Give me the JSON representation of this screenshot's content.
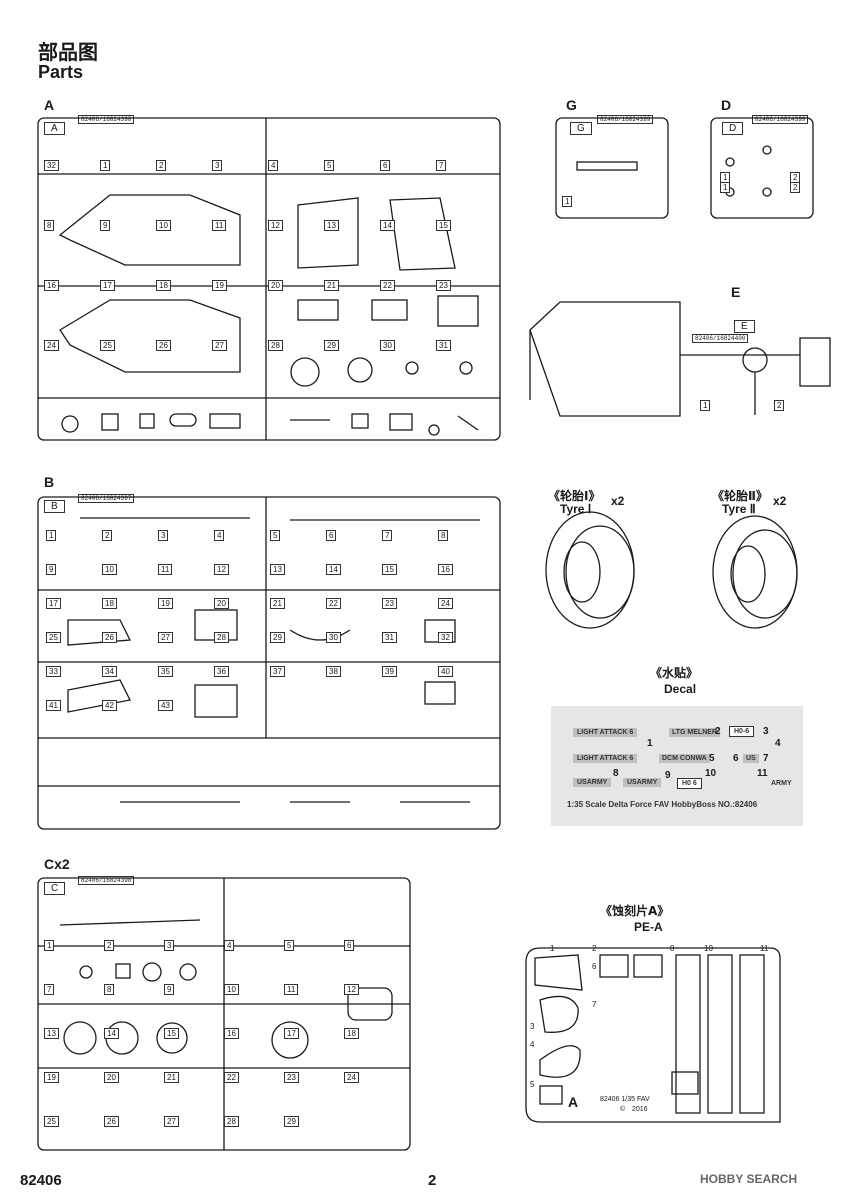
{
  "header": {
    "title_cn": "部品图",
    "title_en": "Parts"
  },
  "sprues": {
    "A": {
      "label": "A",
      "frame_label": "A",
      "code": "82406/16824398",
      "parts": [
        "32",
        "1",
        "2",
        "3",
        "4",
        "5",
        "6",
        "7",
        "8",
        "9",
        "10",
        "11",
        "12",
        "13",
        "14",
        "15",
        "16",
        "17",
        "18",
        "19",
        "20",
        "21",
        "22",
        "23",
        "24",
        "25",
        "26",
        "27",
        "28",
        "29",
        "30",
        "31"
      ]
    },
    "B": {
      "label": "B",
      "frame_label": "B",
      "code": "82406/16824397",
      "parts": [
        "1",
        "2",
        "3",
        "4",
        "5",
        "6",
        "7",
        "8",
        "9",
        "10",
        "11",
        "12",
        "13",
        "14",
        "15",
        "16",
        "17",
        "18",
        "19",
        "20",
        "21",
        "22",
        "23",
        "24",
        "25",
        "26",
        "27",
        "28",
        "29",
        "30",
        "31",
        "32",
        "33",
        "34",
        "35",
        "36",
        "37",
        "38",
        "39",
        "40",
        "41",
        "42",
        "43"
      ]
    },
    "C": {
      "label": "Cx2",
      "frame_label": "C",
      "code": "82406/16824398",
      "parts": [
        "1",
        "2",
        "3",
        "4",
        "5",
        "6",
        "7",
        "8",
        "9",
        "10",
        "11",
        "12",
        "13",
        "14",
        "15",
        "16",
        "17",
        "18",
        "19",
        "20",
        "21",
        "22",
        "23",
        "24",
        "25",
        "26",
        "27",
        "28",
        "29"
      ]
    },
    "G": {
      "label": "G",
      "frame_label": "G",
      "code": "82406/16824399",
      "parts": [
        "1"
      ]
    },
    "D": {
      "label": "D",
      "frame_label": "D",
      "code": "82406/16824399",
      "parts": [
        "1",
        "2",
        "1",
        "2"
      ]
    },
    "E": {
      "label": "E",
      "frame_label": "E",
      "code": "82406/16824400",
      "parts": [
        "1",
        "2"
      ]
    }
  },
  "tyres": [
    {
      "cn": "《轮胎Ⅰ》",
      "en": "Tyre Ⅰ",
      "qty": "x2"
    },
    {
      "cn": "《轮胎Ⅱ》",
      "en": "Tyre Ⅱ",
      "qty": "x2"
    }
  ],
  "decal": {
    "cn": "《水贴》",
    "en": "Decal",
    "items": {
      "light_attack_1": "LIGHT ATTACK 6",
      "light_attack_2": "LIGHT ATTACK 6",
      "ltg": "LTG MELNER",
      "dcm": "DCM CONWA",
      "ho_1": "H0-6",
      "ho_2": "H0 6",
      "usarmy_1": "USARMY",
      "usarmy_2": "USARMY",
      "us": "US",
      "army": "ARMY",
      "n1": "1",
      "n2": "2",
      "n3": "3",
      "n4": "4",
      "n5": "5",
      "n6": "6",
      "n7": "7",
      "n8": "8",
      "n9": "9",
      "n10": "10",
      "n11": "11"
    },
    "footer_text": "1:35  Scale  Delta Force FAV  HobbyBoss  NO.:82406"
  },
  "pe": {
    "cn": "《蚀刻片A》",
    "en": "PE-A",
    "parts": [
      "1",
      "2",
      "3",
      "4",
      "5",
      "6",
      "7",
      "8",
      "10",
      "11"
    ],
    "letter": "A",
    "line1": "82406  1/35 FAV",
    "line2": "2016",
    "copyright": "©"
  },
  "footer": {
    "code": "82406",
    "page": "2",
    "watermark": "HOBBY SEARCH"
  },
  "colors": {
    "line": "#1a1a1a",
    "decal_bg": "#e6e6e6",
    "decal_text": "#333333"
  }
}
